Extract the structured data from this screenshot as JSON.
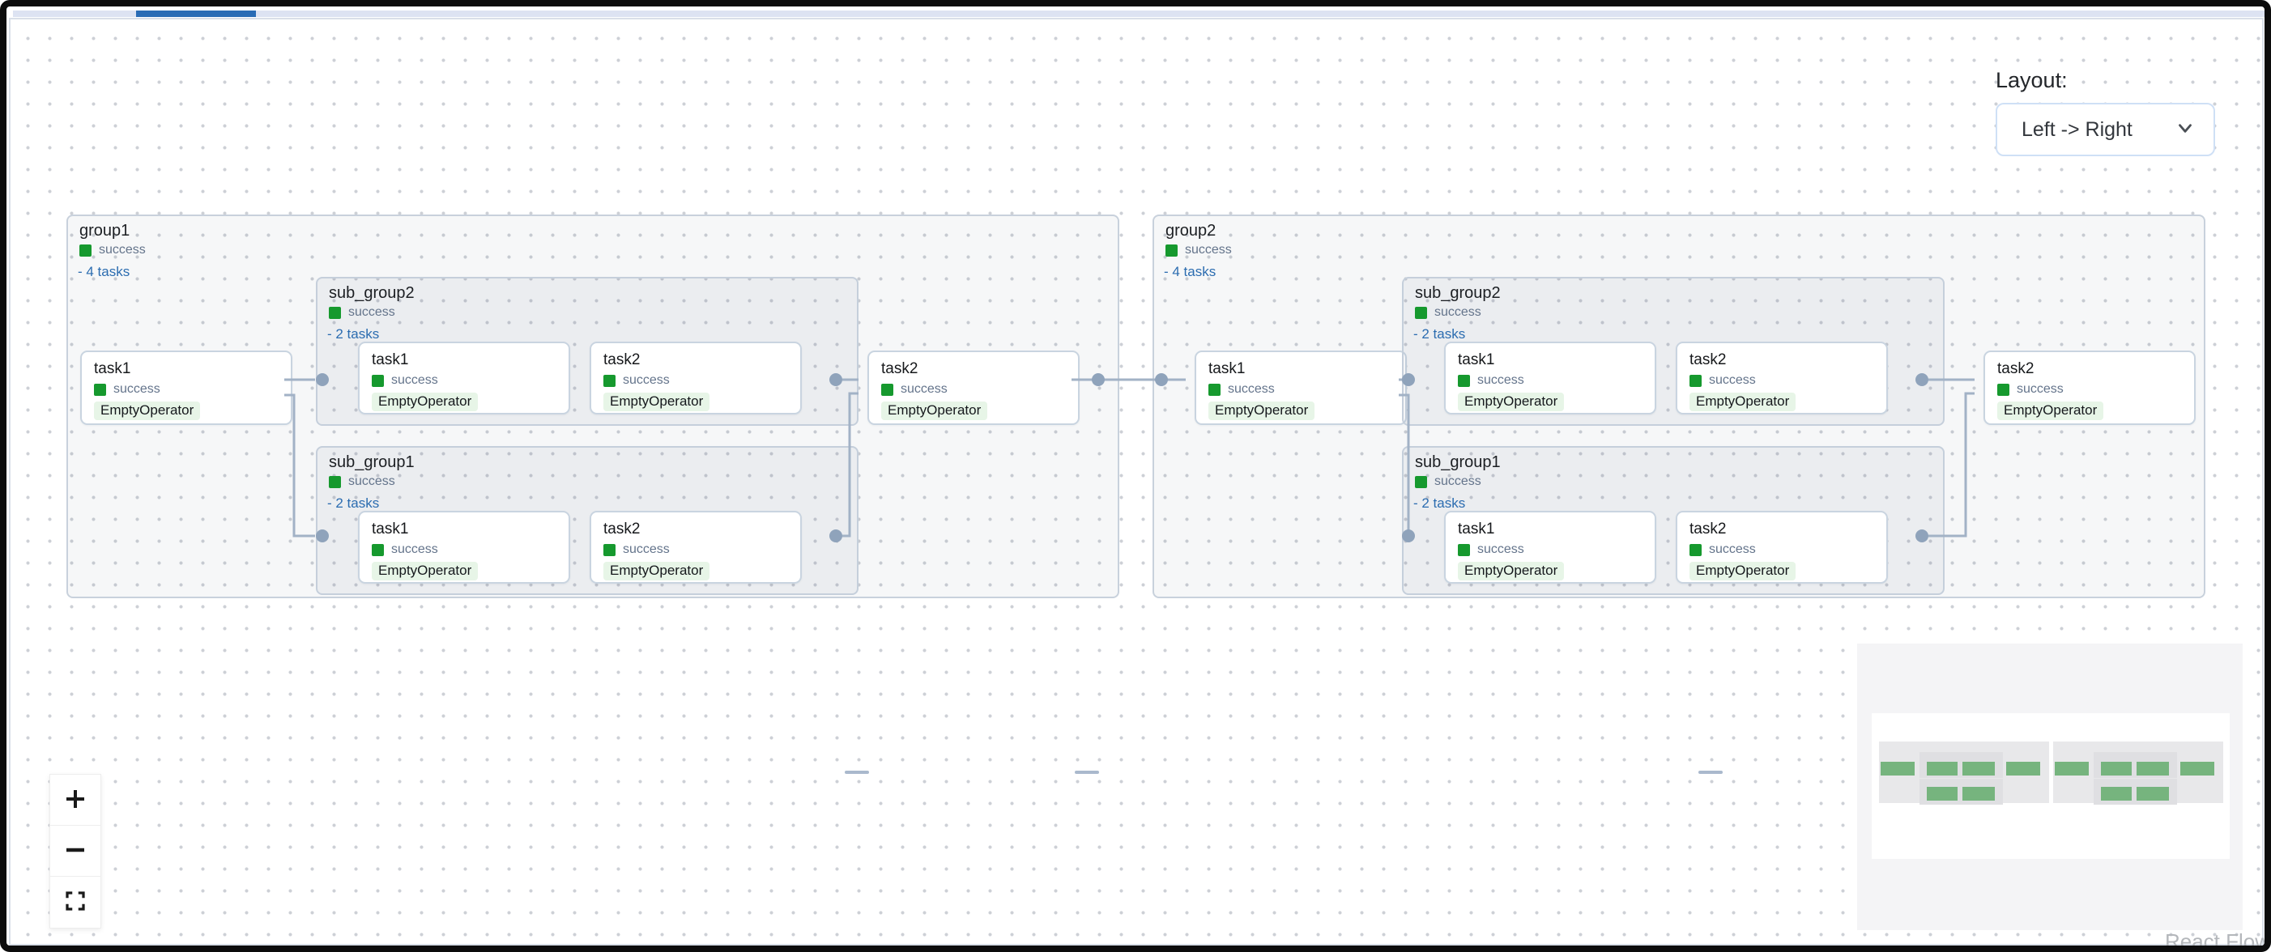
{
  "theme": {
    "accent_blue": "#2a6cb5",
    "link_blue": "#2b6cb0",
    "status_green": "#16992e",
    "operator_pill_green": "#e7f5e7",
    "edge_gray_blue": "#a2b2c6",
    "handle_dot": "#8fa3bb",
    "minimap_green": "#76b47e",
    "attribution_gray": "#b4b7bb"
  },
  "layout_control": {
    "label": "Layout:",
    "value": "Left -> Right"
  },
  "controls": {
    "zoom_in": "+",
    "zoom_out": "−",
    "fit_view": "fit view"
  },
  "attribution": "React Flow",
  "graph": {
    "groups": [
      {
        "title": "group1",
        "status": "success",
        "tasks_toggle": "- 4 tasks",
        "task1": {
          "title": "task1",
          "status": "success",
          "operator": "EmptyOperator"
        },
        "task2": {
          "title": "task2",
          "status": "success",
          "operator": "EmptyOperator"
        },
        "sub_group2": {
          "title": "sub_group2",
          "status": "success",
          "tasks_toggle": "- 2 tasks",
          "task1": {
            "title": "task1",
            "status": "success",
            "operator": "EmptyOperator"
          },
          "task2": {
            "title": "task2",
            "status": "success",
            "operator": "EmptyOperator"
          }
        },
        "sub_group1": {
          "title": "sub_group1",
          "status": "success",
          "tasks_toggle": "- 2 tasks",
          "task1": {
            "title": "task1",
            "status": "success",
            "operator": "EmptyOperator"
          },
          "task2": {
            "title": "task2",
            "status": "success",
            "operator": "EmptyOperator"
          }
        }
      },
      {
        "title": "group2",
        "status": "success",
        "tasks_toggle": "- 4 tasks",
        "task1": {
          "title": "task1",
          "status": "success",
          "operator": "EmptyOperator"
        },
        "task2": {
          "title": "task2",
          "status": "success",
          "operator": "EmptyOperator"
        },
        "sub_group2": {
          "title": "sub_group2",
          "status": "success",
          "tasks_toggle": "- 2 tasks",
          "task1": {
            "title": "task1",
            "status": "success",
            "operator": "EmptyOperator"
          },
          "task2": {
            "title": "task2",
            "status": "success",
            "operator": "EmptyOperator"
          }
        },
        "sub_group1": {
          "title": "sub_group1",
          "status": "success",
          "tasks_toggle": "- 2 tasks",
          "task1": {
            "title": "task1",
            "status": "success",
            "operator": "EmptyOperator"
          },
          "task2": {
            "title": "task2",
            "status": "success",
            "operator": "EmptyOperator"
          }
        }
      }
    ]
  }
}
